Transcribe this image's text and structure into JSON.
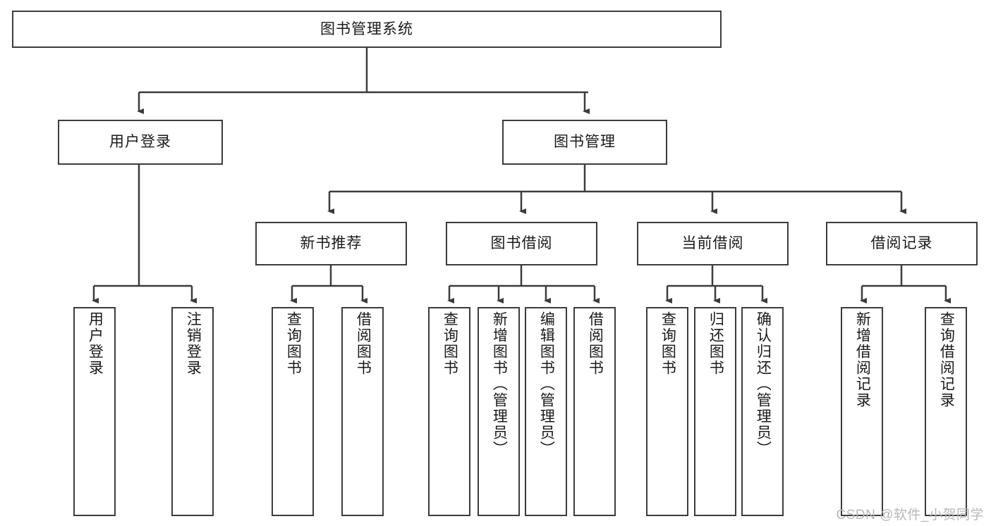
{
  "diagram": {
    "title": "图书管理系统",
    "type": "hierarchy-tree",
    "root": {
      "label": "图书管理系统"
    },
    "level2": [
      {
        "label": "用户登录"
      },
      {
        "label": "图书管理"
      }
    ],
    "level3": [
      {
        "label": "新书推荐"
      },
      {
        "label": "图书借阅"
      },
      {
        "label": "当前借阅"
      },
      {
        "label": "借阅记录"
      }
    ],
    "leaves": {
      "user_login": [
        {
          "label": "用户登录"
        },
        {
          "label": "注销登录"
        }
      ],
      "new_book_recommend": [
        {
          "label": "查询图书"
        },
        {
          "label": "借阅图书"
        }
      ],
      "book_borrow": [
        {
          "label": "查询图书"
        },
        {
          "label": "新增图书（管理员）"
        },
        {
          "label": "编辑图书（管理员）"
        },
        {
          "label": "借阅图书"
        }
      ],
      "current_borrow": [
        {
          "label": "查询图书"
        },
        {
          "label": "归还图书"
        },
        {
          "label": "确认归还（管理员）"
        }
      ],
      "borrow_record": [
        {
          "label": "新增借阅记录"
        },
        {
          "label": "查询借阅记录"
        }
      ]
    },
    "watermark": "CSDN @软件_小贺同学",
    "colors": {
      "stroke": "#3c3c3c",
      "fill": "#ffffff",
      "text": "#1a1a1a",
      "watermark": "#b8b8b8"
    }
  }
}
